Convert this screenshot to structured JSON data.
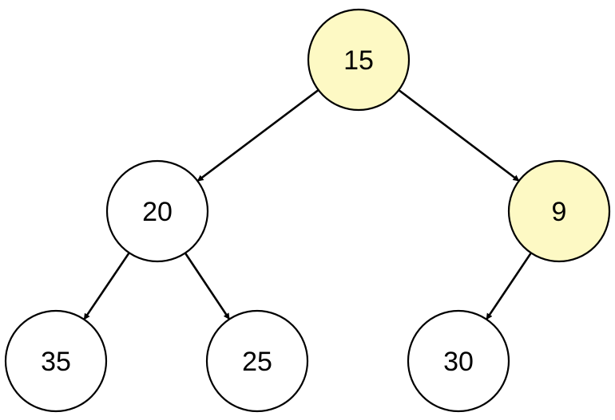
{
  "colors": {
    "highlight": "#fdf9c4",
    "default": "#ffffff",
    "stroke": "#000000"
  },
  "nodes": [
    {
      "id": "n15",
      "label": "15",
      "highlighted": true
    },
    {
      "id": "n20",
      "label": "20",
      "highlighted": false
    },
    {
      "id": "n9",
      "label": "9",
      "highlighted": true
    },
    {
      "id": "n35",
      "label": "35",
      "highlighted": false
    },
    {
      "id": "n25",
      "label": "25",
      "highlighted": false
    },
    {
      "id": "n30",
      "label": "30",
      "highlighted": false
    }
  ],
  "edges": [
    {
      "from": "n15",
      "to": "n20"
    },
    {
      "from": "n15",
      "to": "n9"
    },
    {
      "from": "n20",
      "to": "n35"
    },
    {
      "from": "n20",
      "to": "n25"
    },
    {
      "from": "n9",
      "to": "n30"
    }
  ]
}
